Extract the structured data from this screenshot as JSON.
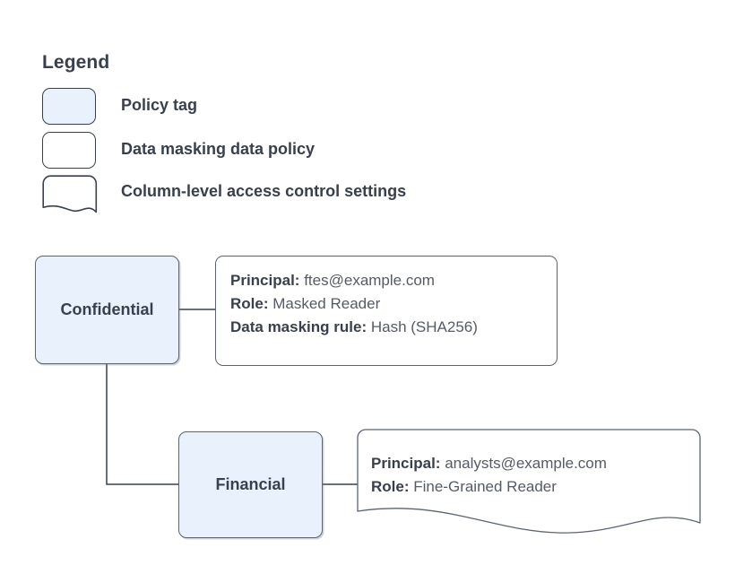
{
  "legend": {
    "title": "Legend",
    "items": [
      {
        "label": "Policy tag",
        "swatch": "rounded-rect-filled",
        "fill": "#e9f1fd"
      },
      {
        "label": "Data masking data policy",
        "swatch": "rounded-rect-outline",
        "fill": "#ffffff"
      },
      {
        "label": "Column-level access control settings",
        "swatch": "wavy-bottom-rect",
        "fill": "#ffffff"
      }
    ]
  },
  "diagram": {
    "nodes": [
      {
        "id": "confidential",
        "label": "Confidential",
        "type": "policy-tag"
      },
      {
        "id": "financial",
        "label": "Financial",
        "type": "policy-tag"
      }
    ],
    "details": [
      {
        "id": "confidential-policy",
        "type": "data-masking-data-policy",
        "lines": [
          {
            "key": "Principal:",
            "value": "ftes@example.com"
          },
          {
            "key": "Role:",
            "value": "Masked Reader"
          },
          {
            "key": "Data masking rule:",
            "value": "Hash (SHA256)"
          }
        ]
      },
      {
        "id": "financial-policy",
        "type": "column-level-access-control-settings",
        "lines": [
          {
            "key": "Principal:",
            "value": "analysts@example.com"
          },
          {
            "key": "Role:",
            "value": "Fine-Grained Reader"
          }
        ]
      }
    ]
  },
  "colors": {
    "node_fill": "#e9f1fd",
    "stroke": "#39404d",
    "node_stroke": "#5b6372",
    "text": "#39404d",
    "value_text": "#555b66",
    "background": "#ffffff"
  }
}
